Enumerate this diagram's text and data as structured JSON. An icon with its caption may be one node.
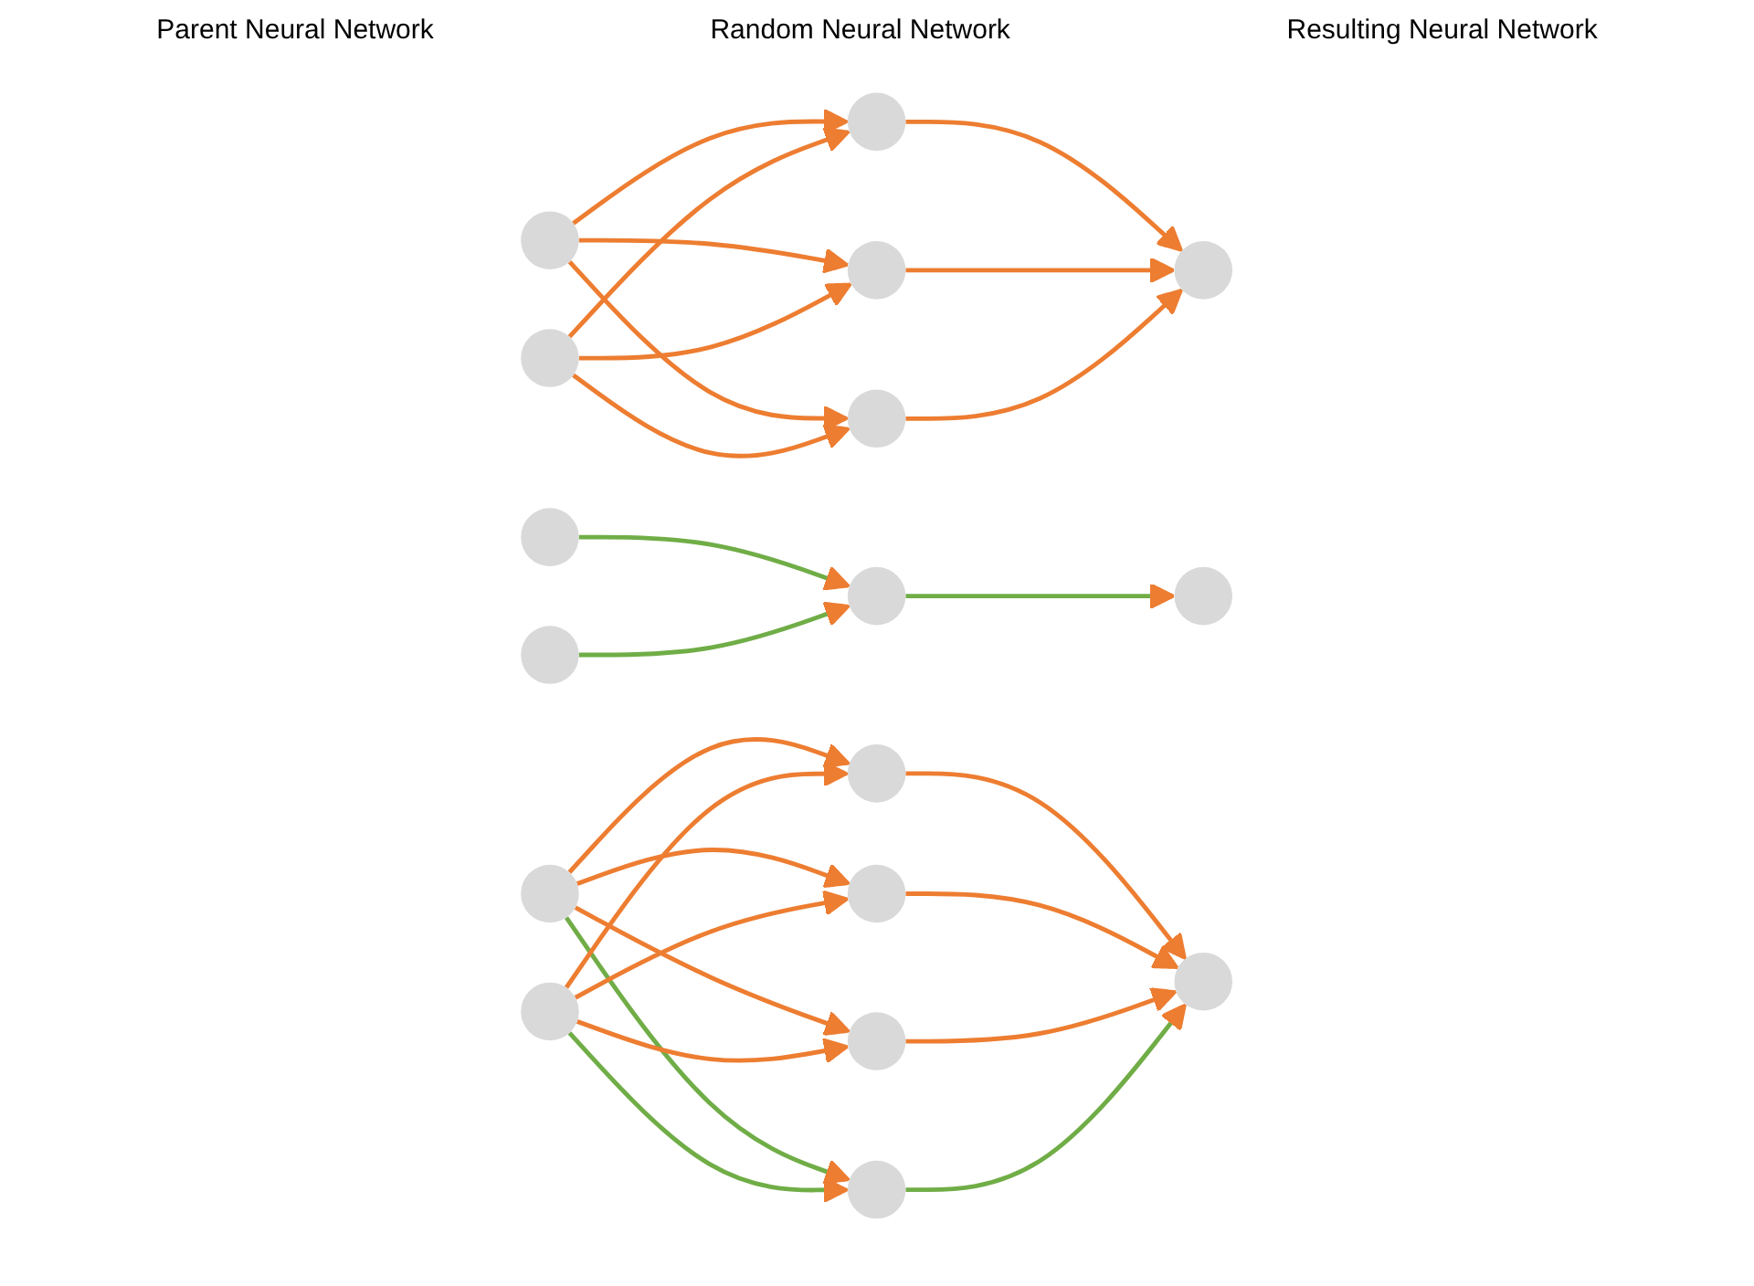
{
  "diagram": {
    "nodes": [
      {
        "text": [],
        "shape": "circle"
      },
      {
        "text": [],
        "shape": "circle"
      },
      {
        "text": [],
        "shape": "circle"
      },
      {
        "text": [],
        "shape": "circle"
      },
      {
        "text": [],
        "shape": "circle"
      },
      {
        "text": [],
        "shape": "circle"
      },
      {
        "text": [],
        "shape": "circle"
      },
      {
        "text": [],
        "shape": "circle"
      },
      {
        "text": [],
        "shape": "circle"
      },
      {
        "text": [],
        "shape": "circle"
      },
      {
        "text": [],
        "shape": "circle"
      },
      {
        "text": [],
        "shape": "circle"
      },
      {
        "text": [],
        "shape": "circle"
      },
      {
        "text": [],
        "shape": "circle"
      },
      {
        "text": [],
        "shape": "circle"
      },
      {
        "text": [],
        "shape": "circle"
      },
      {
        "text": [],
        "shape": "circle"
      }
    ],
    "edges": [
      {
        "from": 0,
        "to": 2,
        "arrow": "to"
      },
      {
        "from": 0,
        "to": 3,
        "arrow": "to"
      },
      {
        "from": 0,
        "to": 4,
        "arrow": "to"
      },
      {
        "from": 1,
        "to": 2,
        "arrow": "to"
      },
      {
        "from": 1,
        "to": 3,
        "arrow": "to"
      },
      {
        "from": 1,
        "to": 4,
        "arrow": "to"
      },
      {
        "from": 2,
        "to": 5,
        "arrow": "to"
      },
      {
        "from": 3,
        "to": 5,
        "arrow": "to"
      },
      {
        "from": 4,
        "to": 5,
        "arrow": "to"
      },
      {
        "from": 6,
        "to": 8,
        "arrow": "to",
        "color": "#70ad47"
      },
      {
        "from": 7,
        "to": 8,
        "arrow": "to",
        "color": "#70ad47"
      },
      {
        "from": 8,
        "to": 9,
        "arrow": "to",
        "color": "#70ad47"
      },
      {
        "from": 10,
        "to": 12,
        "arrow": "to"
      },
      {
        "from": 10,
        "to": 13,
        "arrow": "to"
      },
      {
        "from": 10,
        "to": 14,
        "arrow": "to"
      },
      {
        "from": 10,
        "to": 15,
        "arrow": "to",
        "color": "#70ad47"
      },
      {
        "from": 11,
        "to": 12,
        "arrow": "to"
      },
      {
        "from": 11,
        "to": 13,
        "arrow": "to"
      },
      {
        "from": 11,
        "to": 14,
        "arrow": "to"
      },
      {
        "from": 11,
        "to": 15,
        "arrow": "to",
        "color": "#70ad47"
      },
      {
        "from": 12,
        "to": 16,
        "arrow": "to"
      },
      {
        "from": 13,
        "to": 16,
        "arrow": "to"
      },
      {
        "from": 14,
        "to": 16,
        "arrow": "to"
      },
      {
        "from": 15,
        "to": 16,
        "arrow": "to",
        "color": "#70ad47"
      }
    ],
    "labels": [
      "Parent Neural Network",
      "Random Neural Network",
      "Resulting Neural Network"
    ]
  }
}
